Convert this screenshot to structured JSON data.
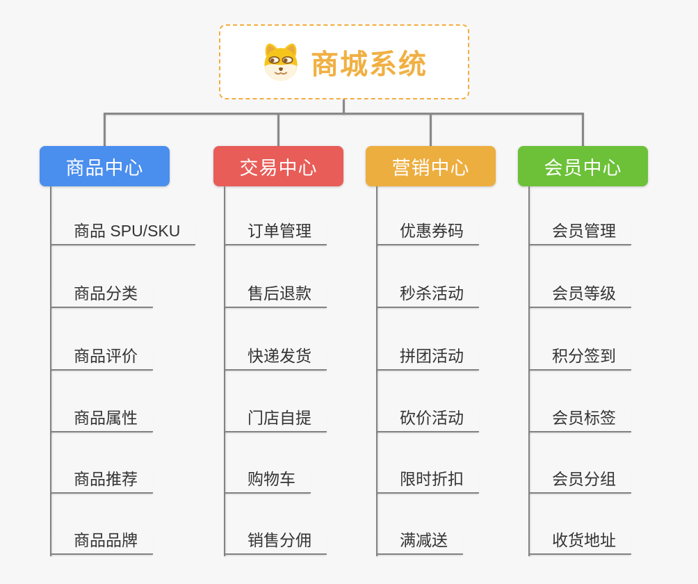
{
  "root": {
    "title": "商城系统",
    "icon": "dog-face-icon"
  },
  "branches": [
    {
      "label": "商品中心",
      "color": "#4a8eee",
      "children": [
        "商品 SPU/SKU",
        "商品分类",
        "商品评价",
        "商品属性",
        "商品推荐",
        "商品品牌"
      ]
    },
    {
      "label": "交易中心",
      "color": "#e85d58",
      "children": [
        "订单管理",
        "售后退款",
        "快递发货",
        "门店自提",
        "购物车",
        "销售分佣"
      ]
    },
    {
      "label": "营销中心",
      "color": "#edae40",
      "children": [
        "优惠券码",
        "秒杀活动",
        "拼团活动",
        "砍价活动",
        "限时折扣",
        "满减送"
      ]
    },
    {
      "label": "会员中心",
      "color": "#6cc138",
      "children": [
        "会员管理",
        "会员等级",
        "积分签到",
        "会员标签",
        "会员分组",
        "收货地址"
      ]
    }
  ],
  "colors": {
    "background": "#f7f7f7",
    "connector": "#898989",
    "child_line": "#828282",
    "root_border": "#f3ad41",
    "root_title": "#f0b043",
    "child_text": "#333333",
    "branch_text": "#ffffff"
  }
}
